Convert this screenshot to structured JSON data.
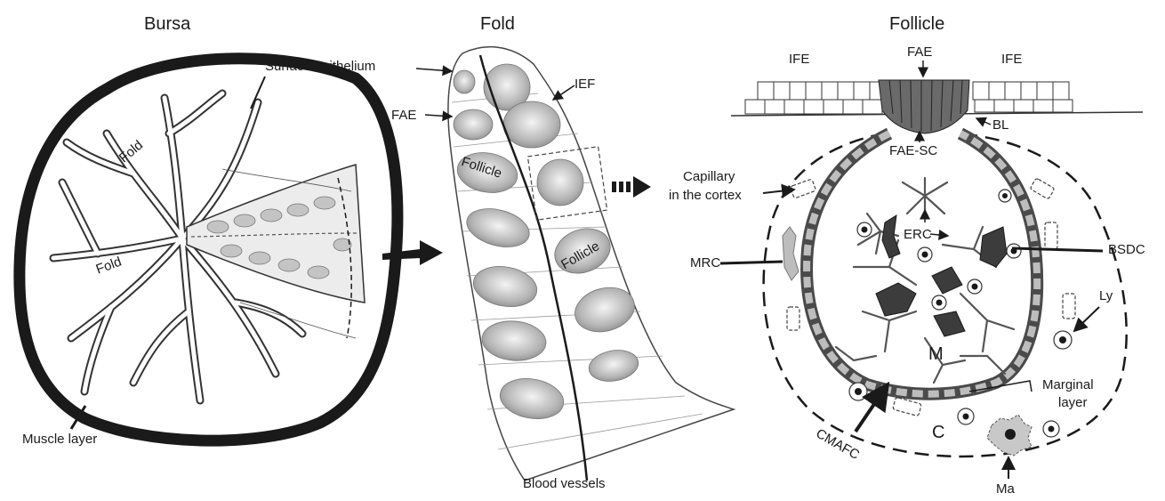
{
  "panels": {
    "bursa": "Bursa",
    "fold": "Fold",
    "follicle": "Follicle"
  },
  "bursa_labels": {
    "surface_epithelium": "Surface epithelium",
    "fold_upper": "Fold",
    "fold_lower": "Fold",
    "muscle_layer": "Muscle layer"
  },
  "fold_labels": {
    "fae": "FAE",
    "ief": "IEF",
    "follicle_1": "Follicle",
    "follicle_2": "Follicle",
    "blood_vessels": "Blood vessels"
  },
  "follicle_labels": {
    "ife_left": "IFE",
    "fae": "FAE",
    "ife_right": "IFE",
    "bl": "BL",
    "fae_sc": "FAE-SC",
    "capillary_line1": "Capillary",
    "capillary_line2": "in the cortex",
    "erc": "ERC",
    "bsdc": "BSDC",
    "mrc": "MRC",
    "ly": "Ly",
    "m": "M",
    "marginal_line1": "Marginal",
    "marginal_line2": "layer",
    "c": "C",
    "cmafc": "CMAFC",
    "ma": "Ma"
  },
  "colors": {
    "ink": "#1a1a1a",
    "follicle_fill": "#9a9a9a",
    "tissue_fill": "#e6e6e6"
  }
}
